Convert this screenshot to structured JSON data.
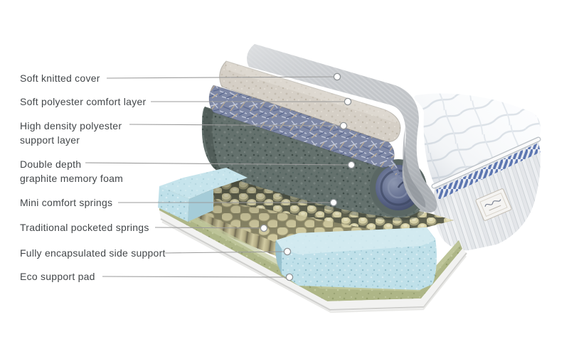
{
  "diagram": {
    "labels": [
      {
        "lines": [
          "Soft knitted cover"
        ]
      },
      {
        "lines": [
          "Soft polyester comfort layer"
        ]
      },
      {
        "lines": [
          "High density polyester",
          "support layer"
        ]
      },
      {
        "lines": [
          "Double depth",
          "graphite memory foam"
        ]
      },
      {
        "lines": [
          "Mini comfort springs"
        ]
      },
      {
        "lines": [
          "Traditional pocketed springs"
        ]
      },
      {
        "lines": [
          "Fully encapsulated side support"
        ]
      },
      {
        "lines": [
          "Eco support pad"
        ]
      }
    ],
    "colors": {
      "background": "#ffffff",
      "label_text": "#43474a",
      "leader_line": "#9b9b9b",
      "leader_dot_fill": "#ffffff",
      "leader_dot_border": "#8f9396",
      "knitted_cover": "#c6c9cc",
      "polyester_comfort": "#d5cec5",
      "polyester_support": "#7e88a6",
      "graphite_foam": "#64716d",
      "springs": "#d8d2a8",
      "side_support_foam": "#bfe0e9",
      "eco_pad": "#aeb687",
      "mattress_quilt": "#fcfdfe",
      "border_tape": "#5b6fa6"
    }
  }
}
